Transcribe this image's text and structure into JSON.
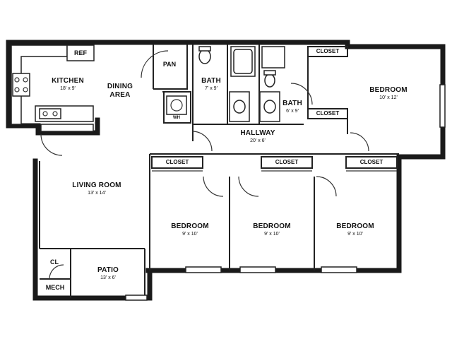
{
  "rooms": {
    "kitchen": {
      "name": "KITCHEN",
      "size": "18' x 9'"
    },
    "dining": {
      "name_line1": "DINING",
      "name_line2": "AREA"
    },
    "bath1": {
      "name": "BATH",
      "size": "7' x 9'"
    },
    "bath2": {
      "name": "BATH",
      "size": "6' x 9'"
    },
    "bedroom_master": {
      "name": "BEDROOM",
      "size": "10' x 12'"
    },
    "hallway": {
      "name": "HALLWAY",
      "size": "20' x 6'"
    },
    "living": {
      "name": "LIVING ROOM",
      "size": "13' x 14'"
    },
    "bedroom2": {
      "name": "BEDROOM",
      "size": "9' x 10'"
    },
    "bedroom3": {
      "name": "BEDROOM",
      "size": "9' x 10'"
    },
    "bedroom4": {
      "name": "BEDROOM",
      "size": "9' x 10'"
    },
    "patio": {
      "name": "PATIO",
      "size": "13' x 6'"
    }
  },
  "labels": {
    "ref": "REF",
    "pan": "PAN",
    "closet": "CLOSET",
    "cl": "CL",
    "mech": "MECH",
    "wh": "WH"
  }
}
